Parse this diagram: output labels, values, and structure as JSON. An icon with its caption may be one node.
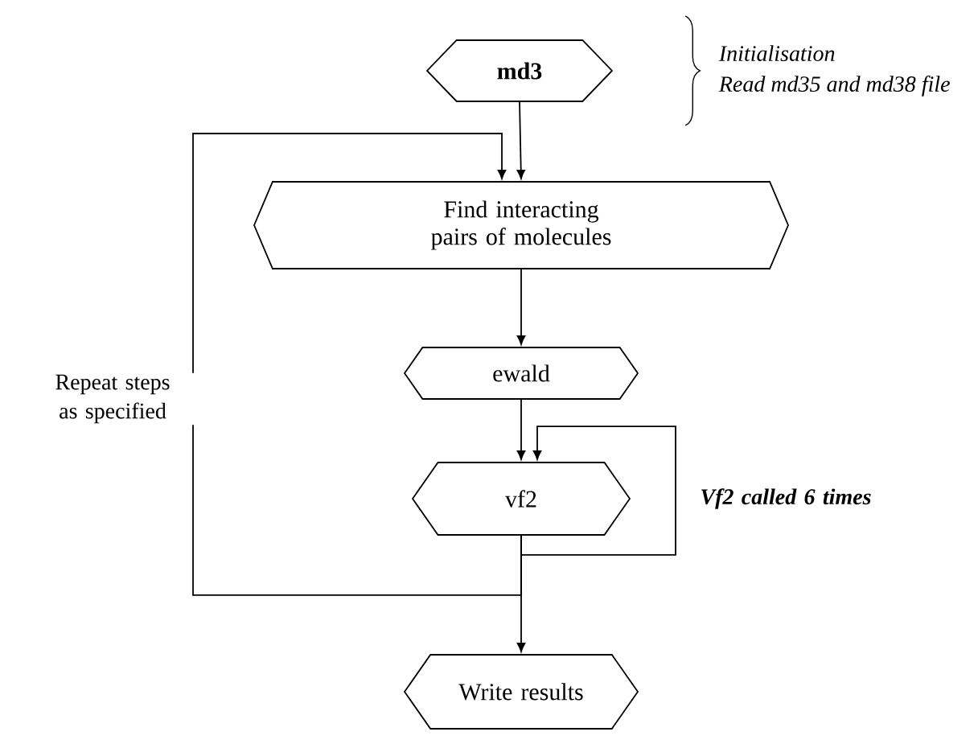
{
  "diagram": {
    "nodes": [
      {
        "text": [
          "md3"
        ],
        "beside": [
          "Initialisation",
          "Read md35 and md38 file"
        ]
      },
      {
        "text": [
          "Find interacting pairs of molecules"
        ]
      },
      {
        "text": [
          "ewald"
        ]
      },
      {
        "text": [
          "vf2"
        ]
      },
      {
        "text": [
          "Write results"
        ]
      }
    ],
    "edges": [
      {
        "from": 0,
        "to": 1,
        "arrow": "to"
      },
      {
        "from": 1,
        "to": 2,
        "arrow": "to"
      },
      {
        "from": 2,
        "to": 3,
        "arrow": "to"
      },
      {
        "from": 3,
        "to": 4,
        "arrow": "to"
      },
      {
        "from": 3,
        "to": 3,
        "arrow": "to",
        "label": "Vf2 called 6 times"
      },
      {
        "from": 3,
        "to": 1,
        "arrow": "to",
        "label": "Repeat steps as specified"
      }
    ]
  }
}
